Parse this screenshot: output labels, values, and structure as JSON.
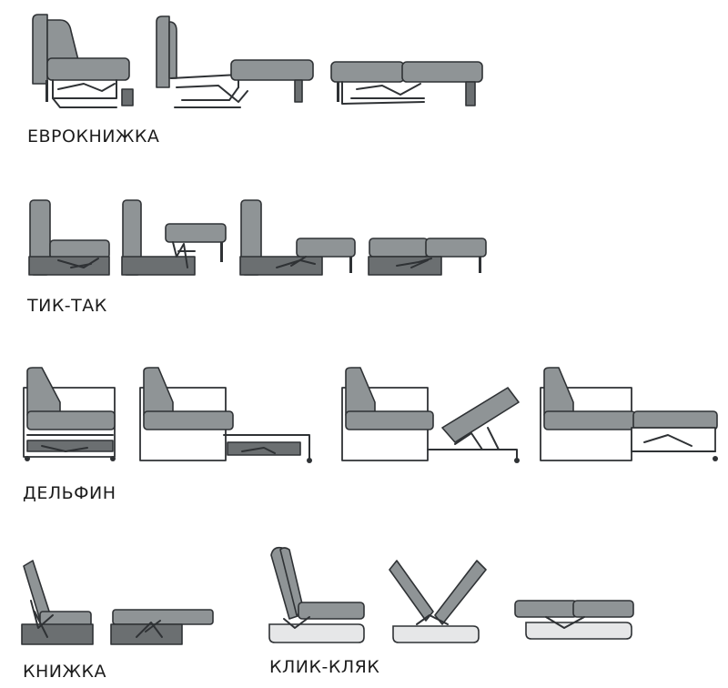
{
  "mechanisms": {
    "evroknizhka": {
      "label": "ЕВРОКНИЖКА"
    },
    "tik_tak": {
      "label": "ТИК-ТАК"
    },
    "delfin": {
      "label": "ДЕЛЬФИН"
    },
    "knizhka": {
      "label": "КНИЖКА"
    },
    "klik_klyak": {
      "label": "КЛИК-КЛЯК"
    }
  },
  "colors": {
    "upholstery": "#8f9496",
    "upholstery_dark": "#6b6f71",
    "outline": "#2f3235",
    "background": "#ffffff"
  }
}
